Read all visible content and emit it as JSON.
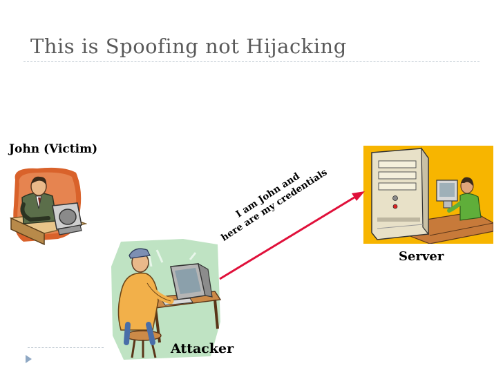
{
  "slide": {
    "title": "This is Spoofing not Hijacking"
  },
  "actors": {
    "victim": "John (Victim)",
    "server": "Server",
    "attacker": "Attacker"
  },
  "message": {
    "line1": "I am John and",
    "line2": "here are my credentials"
  },
  "colors": {
    "arrow": "#e0103a",
    "server_background": "#f7b500",
    "victim_background": "#d9622b",
    "attacker_background": "#bfe3c3"
  },
  "icons": {
    "victim": "businessman-at-computer-icon",
    "server": "server-tower-with-operator-icon",
    "attacker": "attacker-at-computer-icon"
  }
}
